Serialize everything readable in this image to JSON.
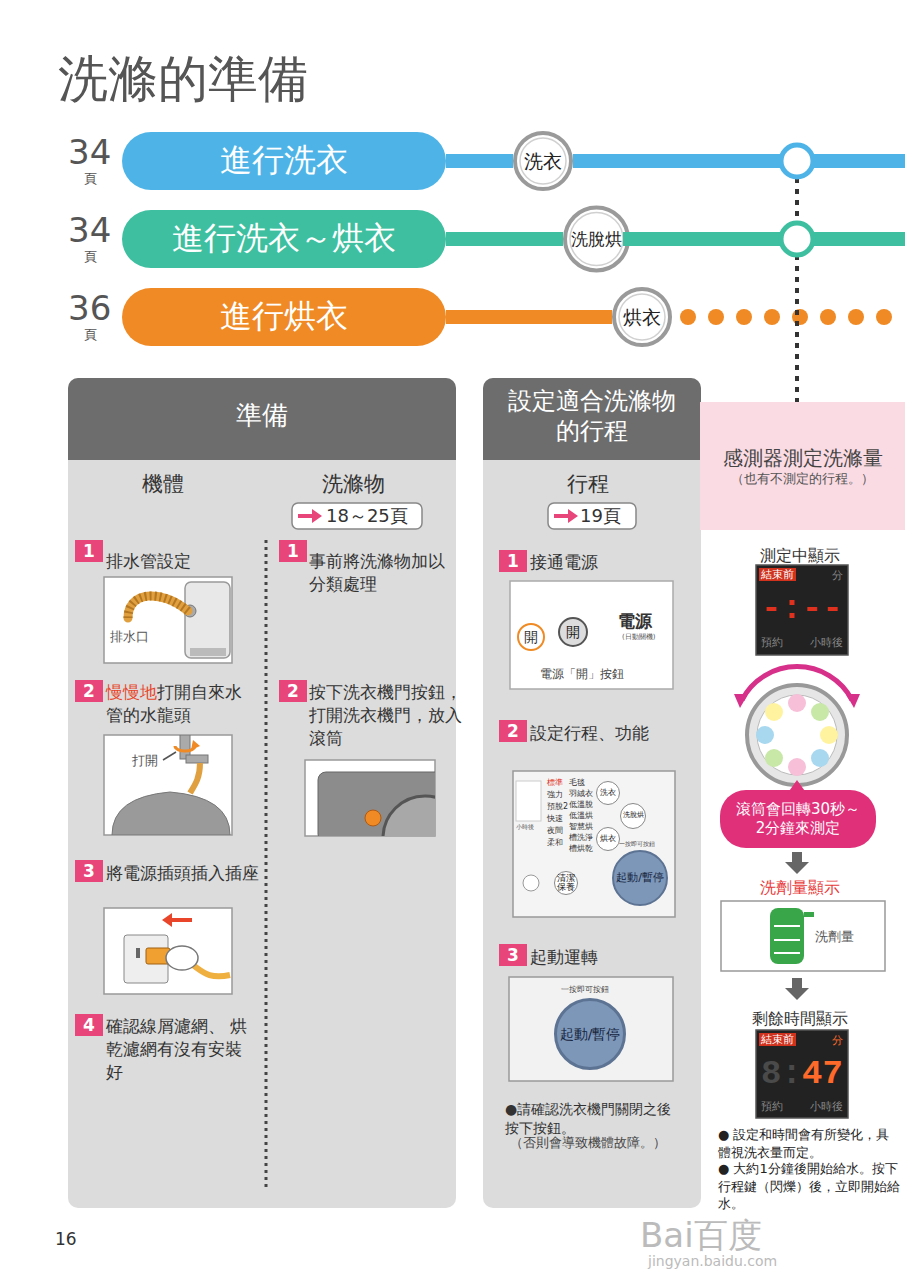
{
  "diagram": {
    "title": "洗滌的準備",
    "nodes": [
      {
        "text": [
          "進行洗衣"
        ]
      },
      {
        "text": [
          "洗衣"
        ]
      },
      {
        "text": [
          "進行洗衣～烘衣"
        ]
      },
      {
        "text": [
          "洗脫烘"
        ]
      },
      {
        "text": [
          "進行烘衣"
        ]
      },
      {
        "text": [
          "烘衣"
        ]
      },
      {
        "text": [
          "準備"
        ]
      },
      {
        "text": [
          "設定適合洗滌物的行程"
        ]
      },
      {
        "text": [
          "感測器測定洗滌量",
          "（也有不測定的行程。）"
        ]
      },
      {
        "text": [
          "18～25頁"
        ],
        "in": 6
      },
      {
        "text": [
          "1"
        ],
        "in": 6
      },
      {
        "text": [
          "排水口"
        ],
        "in": 6
      },
      {
        "text": [
          "2"
        ],
        "in": 6
      },
      {
        "text": [
          "打開"
        ],
        "in": 6
      },
      {
        "text": [
          "3"
        ],
        "in": 6
      },
      {
        "text": [
          "4"
        ],
        "in": 6
      },
      {
        "text": [
          "1"
        ],
        "in": 6
      },
      {
        "text": [
          "2"
        ],
        "in": 6
      },
      {
        "text": [
          "19頁"
        ],
        "in": 7
      },
      {
        "text": [
          "1"
        ],
        "in": 7
      },
      {
        "text": [
          "開",
          "開",
          "電源",
          "(日動關機)",
          "電源「開」按鈕"
        ],
        "in": 7
      },
      {
        "text": [
          "2"
        ],
        "in": 7
      },
      {
        "text": [
          "標準",
          "強力",
          "預脫2",
          "快速",
          "夜間",
          "柔和",
          "毛毯",
          "羽絨衣",
          "低溫脫",
          "低溫烘",
          "智慧烘",
          "槽洗淨",
          "槽烘乾",
          "洗衣",
          "洗脫烘",
          "烘衣",
          "一按即可按鈕",
          "起動/暫停",
          "清潔保養",
          "小時後"
        ],
        "in": 7
      },
      {
        "text": [
          "3"
        ],
        "in": 7
      },
      {
        "text": [
          "一按即可按鈕",
          "起動/暫停"
        ],
        "in": 7
      },
      {
        "text": [
          "結束前",
          "分",
          "-:--",
          "預約",
          "小時後"
        ]
      },
      {
        "text": [
          "滾筒會回轉30秒～2分鐘來測定"
        ]
      },
      {
        "text": [
          "洗劑量"
        ]
      },
      {
        "text": [
          "結束前",
          "分",
          "8:",
          "47",
          "預約",
          "小時後"
        ]
      }
    ],
    "edges": [
      {
        "from": 0,
        "to": 1,
        "arrow": "none"
      },
      {
        "from": 2,
        "to": 3,
        "arrow": "none"
      },
      {
        "from": 4,
        "to": 5,
        "arrow": "none"
      }
    ],
    "labels": [
      "34",
      "頁",
      "34",
      "頁",
      "36",
      "頁",
      "機體",
      "洗滌物",
      "行程",
      "排水管設定",
      "慢慢地",
      "打開自來水管的水龍頭",
      "將電源插頭插入插座",
      "確認線屑濾網、 烘乾濾網有沒有安裝好",
      "事前將洗滌物加以分類處理",
      "按下洗衣機門按鈕，打開洗衣機門，放入滾筒",
      "接通電源",
      "設定行程、功能",
      "起動運轉",
      "●請確認洗衣機門關閉之後按下按鈕。",
      "（否則會導致機體故障。）",
      "測定中顯示",
      "洗劑量顯示",
      "剩餘時間顯示",
      "● 設定和時間會有所變化，具體視洗衣量而定。",
      "● 大約1分鐘後開始給水。按下行程鍵（閃爍）後，立即開始給水。",
      "16",
      "Bai百度",
      "jingyan.baidu.com"
    ]
  }
}
